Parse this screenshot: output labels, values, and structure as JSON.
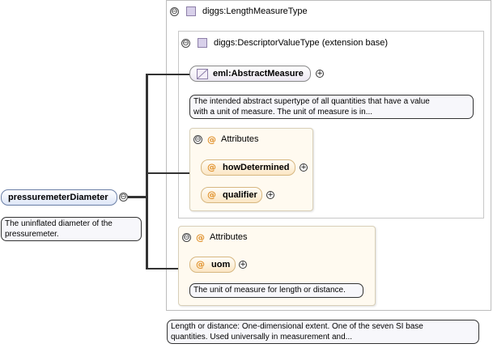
{
  "length_measure_type": {
    "toggle": "⊖",
    "title": "diggs:LengthMeasureType",
    "description": "Length or distance: One-dimensional extent. One of the seven SI base\nquantities. Used universally in measurement and..."
  },
  "descriptor_value_type": {
    "toggle": "⊖",
    "title": "diggs:DescriptorValueType (extension base)"
  },
  "abstract_measure": {
    "label": "eml:AbstractMeasure",
    "description": "The intended abstract supertype of all quantities that have a value\nwith a unit of measure. The unit of measure is in..."
  },
  "inner_attributes": {
    "toggle": "⊖",
    "at": "@",
    "title": "Attributes",
    "items": [
      {
        "at": "@",
        "label": "howDetermined"
      },
      {
        "at": "@",
        "label": "qualifier"
      }
    ]
  },
  "outer_attributes": {
    "toggle": "⊖",
    "at": "@",
    "title": "Attributes",
    "items": [
      {
        "at": "@",
        "label": "uom",
        "description": "The unit of measure for length or distance."
      }
    ]
  },
  "element": {
    "label": "pressuremeterDiameter",
    "toggle": "⊖",
    "description": "The uninflated diameter of the\npressuremeter."
  },
  "plus_symbol": "+"
}
